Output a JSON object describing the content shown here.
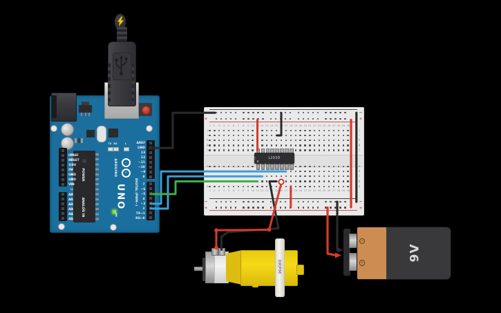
{
  "scene": {
    "background": "#000000"
  },
  "arduino": {
    "title": "Arduino Uno",
    "logo_text": "ARDUINO",
    "model_text": "UNO",
    "on_label": "ON",
    "tx_label": "TX",
    "rx_label": "RX",
    "l_label": "L",
    "digital_label": "DIGITAL (PWM~)",
    "power_label": "POWER",
    "analog_label": "ANALOG IN",
    "digital_pins_top": [
      "AREF",
      "GND",
      "13",
      "12",
      "~11",
      "~10",
      "~9",
      "8"
    ],
    "digital_pins_bottom": [
      "7",
      "~6",
      "~5",
      "4",
      "~3",
      "2",
      "TX→1",
      "RX←0"
    ],
    "power_pins": [
      "IOREF",
      "RESET",
      "3.3V",
      "5V",
      "GND",
      "GND",
      "VIN"
    ],
    "analog_pins": [
      "A0",
      "A1",
      "A2",
      "A3",
      "A4",
      "A5"
    ],
    "board_color": "#1a6f9e"
  },
  "breadboard": {
    "row_letters_top": [
      "j",
      "i",
      "h",
      "g",
      "f"
    ],
    "row_letters_bottom": [
      "e",
      "d",
      "c",
      "b",
      "a"
    ],
    "columns": 30,
    "minus_sign": "−",
    "plus_sign": "+"
  },
  "ic": {
    "label": "L293D"
  },
  "motor": {
    "rpm_label": "0RPM"
  },
  "battery": {
    "label": "9V",
    "minus_sign": "−",
    "plus_sign": "+"
  },
  "wire_colors": {
    "black": "#2a2a2a",
    "red": "#d63a2c",
    "blue": "#3b9fd6",
    "green": "#3fae49"
  }
}
